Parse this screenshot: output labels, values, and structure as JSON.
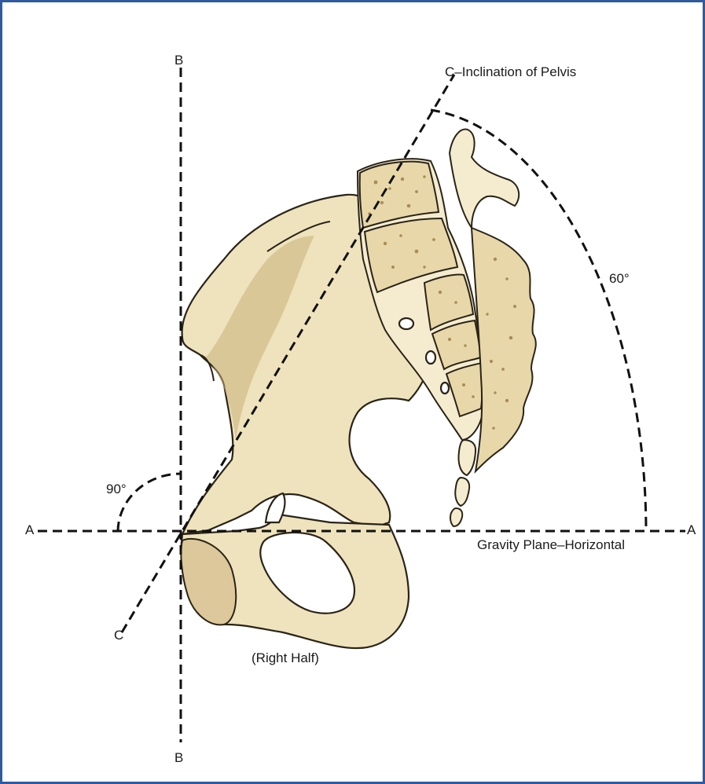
{
  "labels": {
    "b_top": "B",
    "b_bottom": "B",
    "c_top": "C–Inclination of Pelvis",
    "c_bottom": "C",
    "a_left": "A",
    "a_right": "A",
    "angle_90": "90°",
    "angle_60": "60°",
    "gravity_plane": "Gravity Plane–Horizontal",
    "right_half": "(Right Half)"
  },
  "colors": {
    "frame_border": "#2f5aa0",
    "bone_fill": "#efe3bd",
    "line_color": "#111111"
  }
}
